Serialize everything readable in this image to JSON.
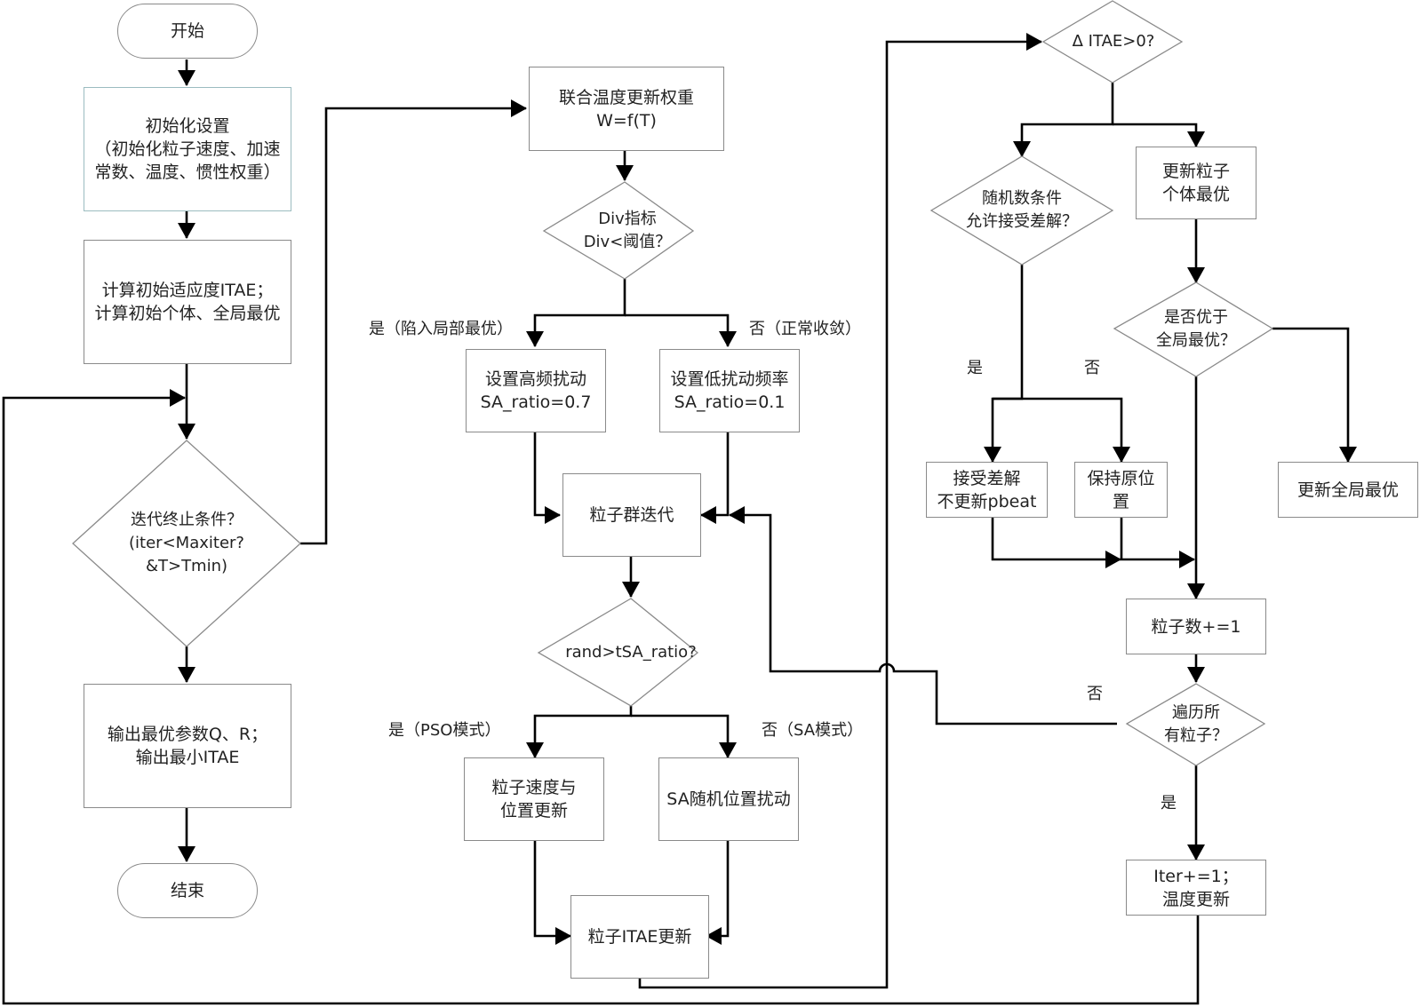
{
  "diagram": {
    "type": "flowchart",
    "nodes": {
      "start": "开始",
      "init": "初始化设置\n（初始化粒子速度、加速\n常数、温度、惯性权重）",
      "calc_init": "计算初始适应度ITAE；\n计算初始个体、全局最优",
      "iter_check": "迭代终止条件？\n(iter<Maxiter?\n&T>Tmin)",
      "output": "输出最优参数Q、R；\n输出最小ITAE",
      "end": "结束",
      "weight_update": "联合温度更新权重\nW=f(T)",
      "div_check": "Div指标\nDiv<阈值？",
      "high_perturb": "设置高频扰动\nSA_ratio=0.7",
      "low_perturb": "设置低扰动频率\nSA_ratio=0.1",
      "swarm_iter": "粒子群迭代",
      "rand_check": "rand>tSA_ratio?",
      "pso_update": "粒子速度与\n位置更新",
      "sa_perturb": "SA随机位置扰动",
      "itae_update": "粒子ITAE更新",
      "delta_check": "Δ ITAE>0?",
      "accept_check": "随机数条件\n允许接受差解？",
      "update_pbest": "更新粒子\n个体最优",
      "global_check": "是否优于\n全局最优？",
      "accept_worse": "接受差解\n不更新pbeat",
      "keep_pos": "保持原位\n置",
      "update_gbest": "更新全局最优",
      "particle_inc": "粒子数+=1",
      "all_check": "遍历所\n有粒子？",
      "iter_inc": "Iter+=1；\n温度更新"
    },
    "edge_labels": {
      "div_yes": "是（陷入局部最优）",
      "div_no": "否（正常收敛）",
      "rand_yes": "是（PSO模式）",
      "rand_no": "否（SA模式）",
      "accept_yes": "是",
      "accept_no": "否",
      "all_no": "否",
      "all_yes": "是"
    }
  }
}
